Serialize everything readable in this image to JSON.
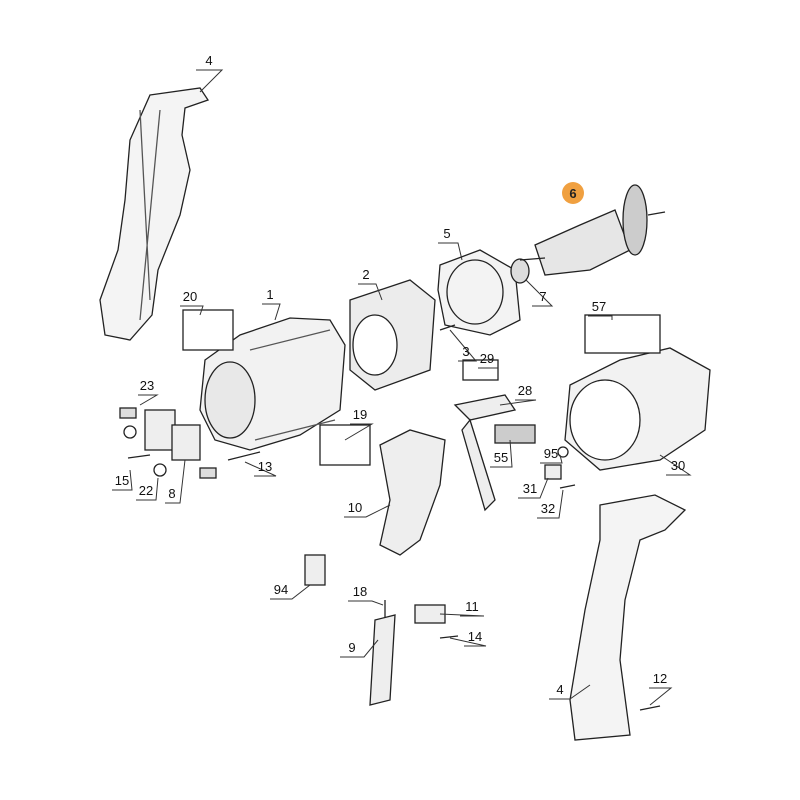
{
  "diagram": {
    "type": "exploded parts diagram",
    "highlighted_part": "6",
    "highlight_color": "#f0a040",
    "part_labels": [
      "4",
      "6",
      "5",
      "2",
      "1",
      "20",
      "7",
      "57",
      "3",
      "29",
      "23",
      "28",
      "19",
      "55",
      "95",
      "13",
      "15",
      "22",
      "8",
      "30",
      "31",
      "10",
      "32",
      "94",
      "18",
      "11",
      "14",
      "9",
      "4",
      "12"
    ]
  }
}
